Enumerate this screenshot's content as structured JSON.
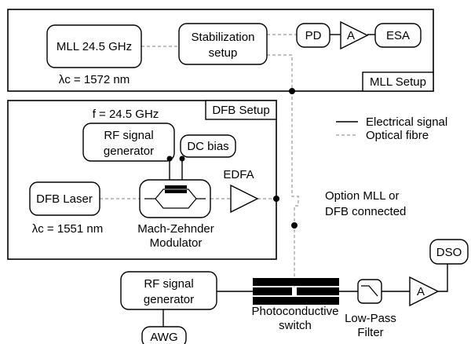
{
  "mll_setup": {
    "frame_label": "MLL Setup",
    "mll": "MLL 24.5 GHz",
    "wavelength": "λc = 1572 nm",
    "stabilization_line1": "Stabilization",
    "stabilization_line2": "setup",
    "pd": "PD",
    "amp": "A",
    "esa": "ESA"
  },
  "dfb_setup": {
    "frame_label": "DFB Setup",
    "frequency": "f = 24.5 GHz",
    "rf_line1": "RF signal",
    "rf_line2": "generator",
    "dc_bias": "DC bias",
    "dfb_laser": "DFB Laser",
    "wavelength": "λc = 1551 nm",
    "mzm_line1": "Mach-Zehnder",
    "mzm_line2": "Modulator",
    "edfa": "EDFA"
  },
  "legend": {
    "electrical": "Electrical signal",
    "optical": "Optical fibre"
  },
  "option": {
    "line1": "Option MLL or",
    "line2": "DFB connected"
  },
  "bottom": {
    "rf_line1": "RF signal",
    "rf_line2": "generator",
    "awg": "AWG",
    "pcs_line1": "Photoconductive",
    "pcs_line2": "switch",
    "lpf_line1": "Low-Pass",
    "lpf_line2": "Filter",
    "amp": "A",
    "dso": "DSO"
  }
}
